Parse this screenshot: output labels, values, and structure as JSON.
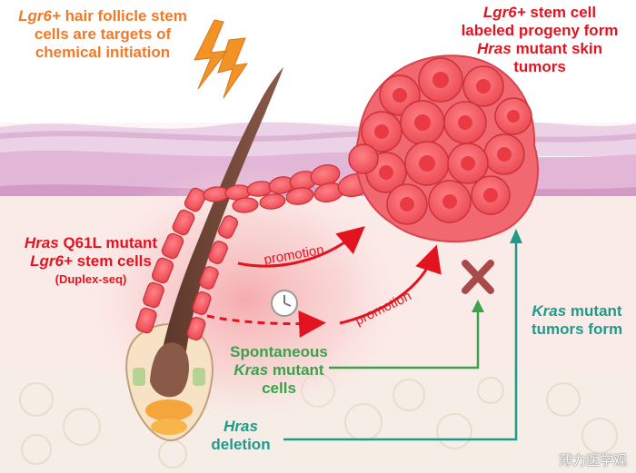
{
  "labels": {
    "top_left": {
      "italic": "Lgr6+",
      "rest": " hair follicle stem cells are targets of chemical initiation"
    },
    "top_right": {
      "line1_italic": "Lgr6+",
      "line1_rest": " stem cell",
      "line2": "labeled progeny form",
      "line3_italic": "Hras",
      "line3_rest": " mutant skin",
      "line4": "tumors"
    },
    "hras_q61l": {
      "italic": "Hras",
      "rest": " Q61L mutant",
      "line2_italic": "Lgr6+",
      "line2_rest": " stem cells",
      "line3": "(Duplex-seq)"
    },
    "spontaneous": {
      "line1": "Spontaneous",
      "line2_italic": "Kras",
      "line2_rest": " mutant",
      "line3": "cells"
    },
    "hras_deletion": {
      "italic": "Hras",
      "line2": "deletion"
    },
    "kras_tumors": {
      "italic": "Kras",
      "rest": " mutant",
      "line2": "tumors form"
    },
    "promotion_upper": "promotion",
    "promotion_lower": "promotion"
  },
  "icons": [
    "lightning-bolt-icon",
    "clock-icon",
    "x-mark-icon"
  ],
  "colors": {
    "orange": "#f07a2a",
    "red": "#e3141f",
    "green": "#3aa24a",
    "teal": "#1f9a8a",
    "x_mark": "#a94a4a"
  },
  "watermark": "薄力医学观"
}
